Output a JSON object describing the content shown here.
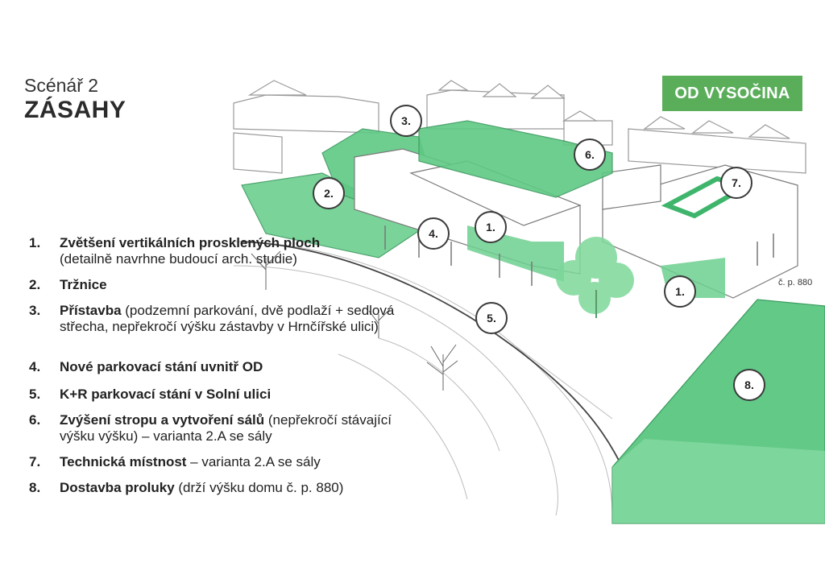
{
  "header": {
    "subtitle": "Scénář 2",
    "title": "ZÁSAHY"
  },
  "badge": "OD VYSOČINA",
  "markers": [
    "1.",
    "1.",
    "2.",
    "3.",
    "4.",
    "5.",
    "6.",
    "7.",
    "8."
  ],
  "annotation": "č. p. 880",
  "legend": [
    {
      "num": "1.",
      "bold": "Zvětšení vertikálních prosklených ploch",
      "text": "(detailně navrhne budoucí arch. studie)"
    },
    {
      "num": "2.",
      "bold": "Tržnice",
      "text": ""
    },
    {
      "num": "3.",
      "bold": "Přístavba",
      "text": " (podzemní parkování, dvě podlaží + sedlová střecha, nepřekročí výšku zástavby v Hrnčířské ulici)"
    },
    {
      "num": "4.",
      "bold": "Nové parkovací stání uvnitř OD",
      "text": ""
    },
    {
      "num": "5.",
      "bold": "K+R parkovací stání v Solní ulici",
      "text": ""
    },
    {
      "num": "6.",
      "bold": "Zvýšení stropu a vytvoření sálů",
      "text": " (nepřekročí stávající výšku výšku) – varianta 2.A se sály"
    },
    {
      "num": "7.",
      "bold": "Technická místnost",
      "text": " – varianta 2.A se sály"
    },
    {
      "num": "8.",
      "bold": "Dostavba proluky",
      "text": " (drží výšku domu č. p. 880)"
    }
  ],
  "colors": {
    "accent": "#5aae5a",
    "highlight": "#66cc88",
    "text": "#222222"
  }
}
